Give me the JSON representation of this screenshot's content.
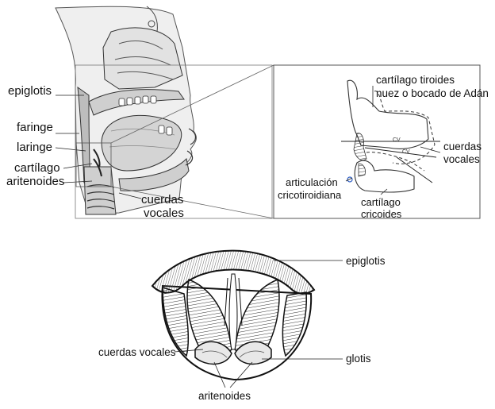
{
  "head_section": {
    "labels": {
      "epiglotis": "epiglotis",
      "faringe": "faringe",
      "laringe": "laringe",
      "cartilago_aritenoides_line1": "cartílago",
      "cartilago_aritenoides_line2": "aritenoides",
      "cuerdas_vocales_line1": "cuerdas",
      "cuerdas_vocales_line2": "vocales"
    }
  },
  "larynx_detail": {
    "labels": {
      "tiroides_line1": "cartílago tiroides",
      "tiroides_line2": "nuez o bocado de Adán",
      "cuerdas_line1": "cuerdas",
      "cuerdas_line2": "vocales",
      "articulacion_line1": "articulación",
      "articulacion_line2": "cricotiroidiana",
      "cricoides_line1": "cartílago",
      "cricoides_line2": "cricoides",
      "cv_upper": "CV",
      "cv_lower": "CV"
    }
  },
  "glottis_view": {
    "labels": {
      "epiglotis": "epiglotis",
      "cuerdas_vocales": "cuerdas vocales",
      "glotis": "glotis",
      "aritenoides": "aritenoides"
    }
  },
  "colors": {
    "ink": "#111111",
    "tissue": "#d9d9d9",
    "tissue_dark": "#9a9a9a",
    "background": "#ffffff"
  }
}
